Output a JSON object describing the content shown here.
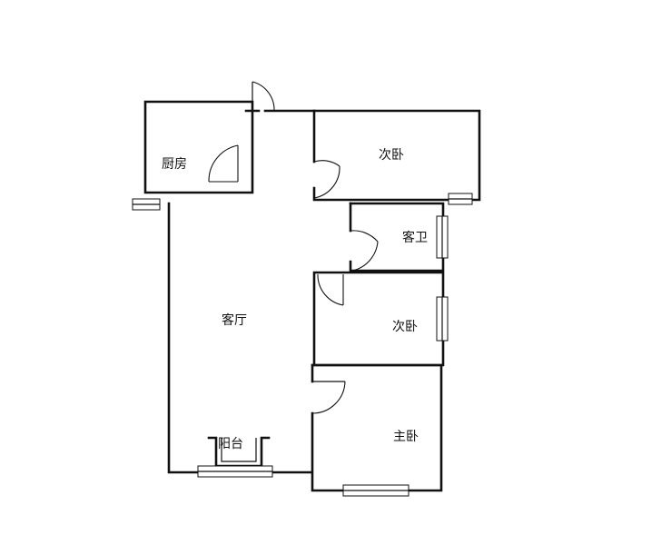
{
  "rooms": {
    "kitchen": "厨房",
    "bedroom_upper": "次卧",
    "bathroom": "客卫",
    "living_room": "客厅",
    "bedroom_middle": "次卧",
    "master_bedroom": "主卧",
    "balcony": "阳台"
  },
  "colors": {
    "wall": "#111111",
    "background": "#ffffff"
  }
}
